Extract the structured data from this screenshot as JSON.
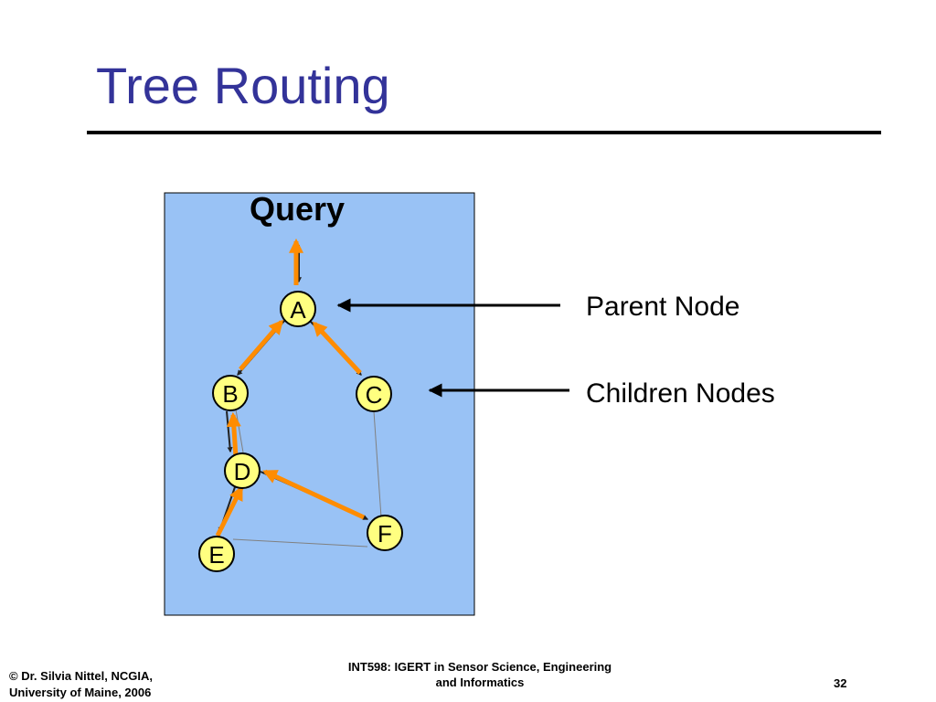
{
  "slide": {
    "title": "Tree Routing",
    "page_number": "32"
  },
  "diagram": {
    "query_label": "Query",
    "nodes": {
      "a": "A",
      "b": "B",
      "c": "C",
      "d": "D",
      "e": "E",
      "f": "F"
    },
    "callouts": {
      "parent": "Parent Node",
      "children": "Children Nodes"
    },
    "colors": {
      "panel": "#99c2f5",
      "node_fill": "#ffff80",
      "tree_edge": "#ff8c00",
      "radio_link": "#808080"
    }
  },
  "footer": {
    "left_line1": "© Dr. Silvia Nittel, NCGIA,",
    "left_line2": "University of Maine, 2006",
    "center_line1": "INT598: IGERT in Sensor Science, Engineering",
    "center_line2": "and Informatics"
  }
}
